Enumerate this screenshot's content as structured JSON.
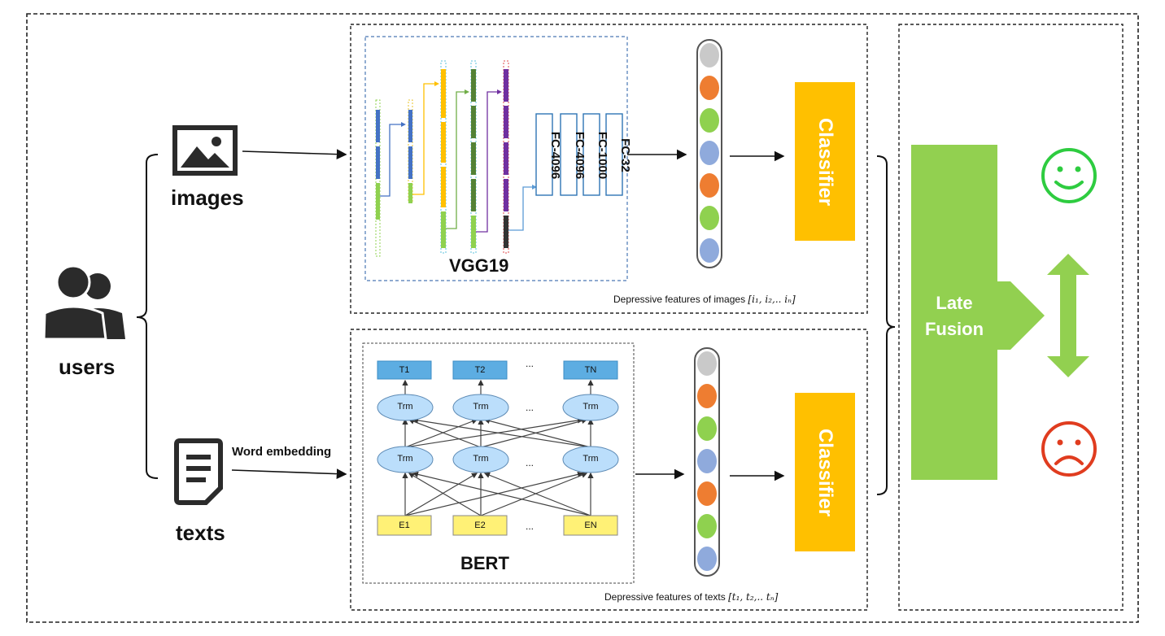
{
  "inputs": {
    "users_label": "users",
    "images_label": "images",
    "texts_label": "texts",
    "word_embedding_label": "Word embedding"
  },
  "image_branch": {
    "model_label": "VGG19",
    "fc_layers": [
      "FC-4096",
      "FC-4096",
      "FC-1000",
      "FC-32"
    ],
    "caption_prefix": "Depressive features of images ",
    "caption_math": "[i₁, i₂,.. iₙ]",
    "feature_colors": [
      "#c9c9c9",
      "#ee7d31",
      "#8fd14f",
      "#8faadc",
      "#ee7d31",
      "#8fd14f",
      "#8faadc"
    ],
    "classifier_label": "Classifier"
  },
  "text_branch": {
    "model_label": "BERT",
    "output_tokens": [
      "T1",
      "T2",
      "TN"
    ],
    "trm_label": "Trm",
    "input_tokens": [
      "E1",
      "E2",
      "EN"
    ],
    "ellipsis": "...",
    "caption_prefix": "Depressive features of texts ",
    "caption_math": "[t₁, t₂,.. tₙ]",
    "feature_colors": [
      "#c9c9c9",
      "#ee7d31",
      "#8fd14f",
      "#8faadc",
      "#ee7d31",
      "#8fd14f",
      "#8faadc"
    ],
    "classifier_label": "Classifier"
  },
  "fusion": {
    "label_line1": "Late",
    "label_line2": "Fusion"
  },
  "colors": {
    "classifier": "#ffc000",
    "fusion": "#92d050",
    "happy": "#2ecc40",
    "sad": "#e03c1f",
    "bert_out": "#5dade2",
    "bert_in": "#fff176",
    "trm": "#bbdefb"
  }
}
